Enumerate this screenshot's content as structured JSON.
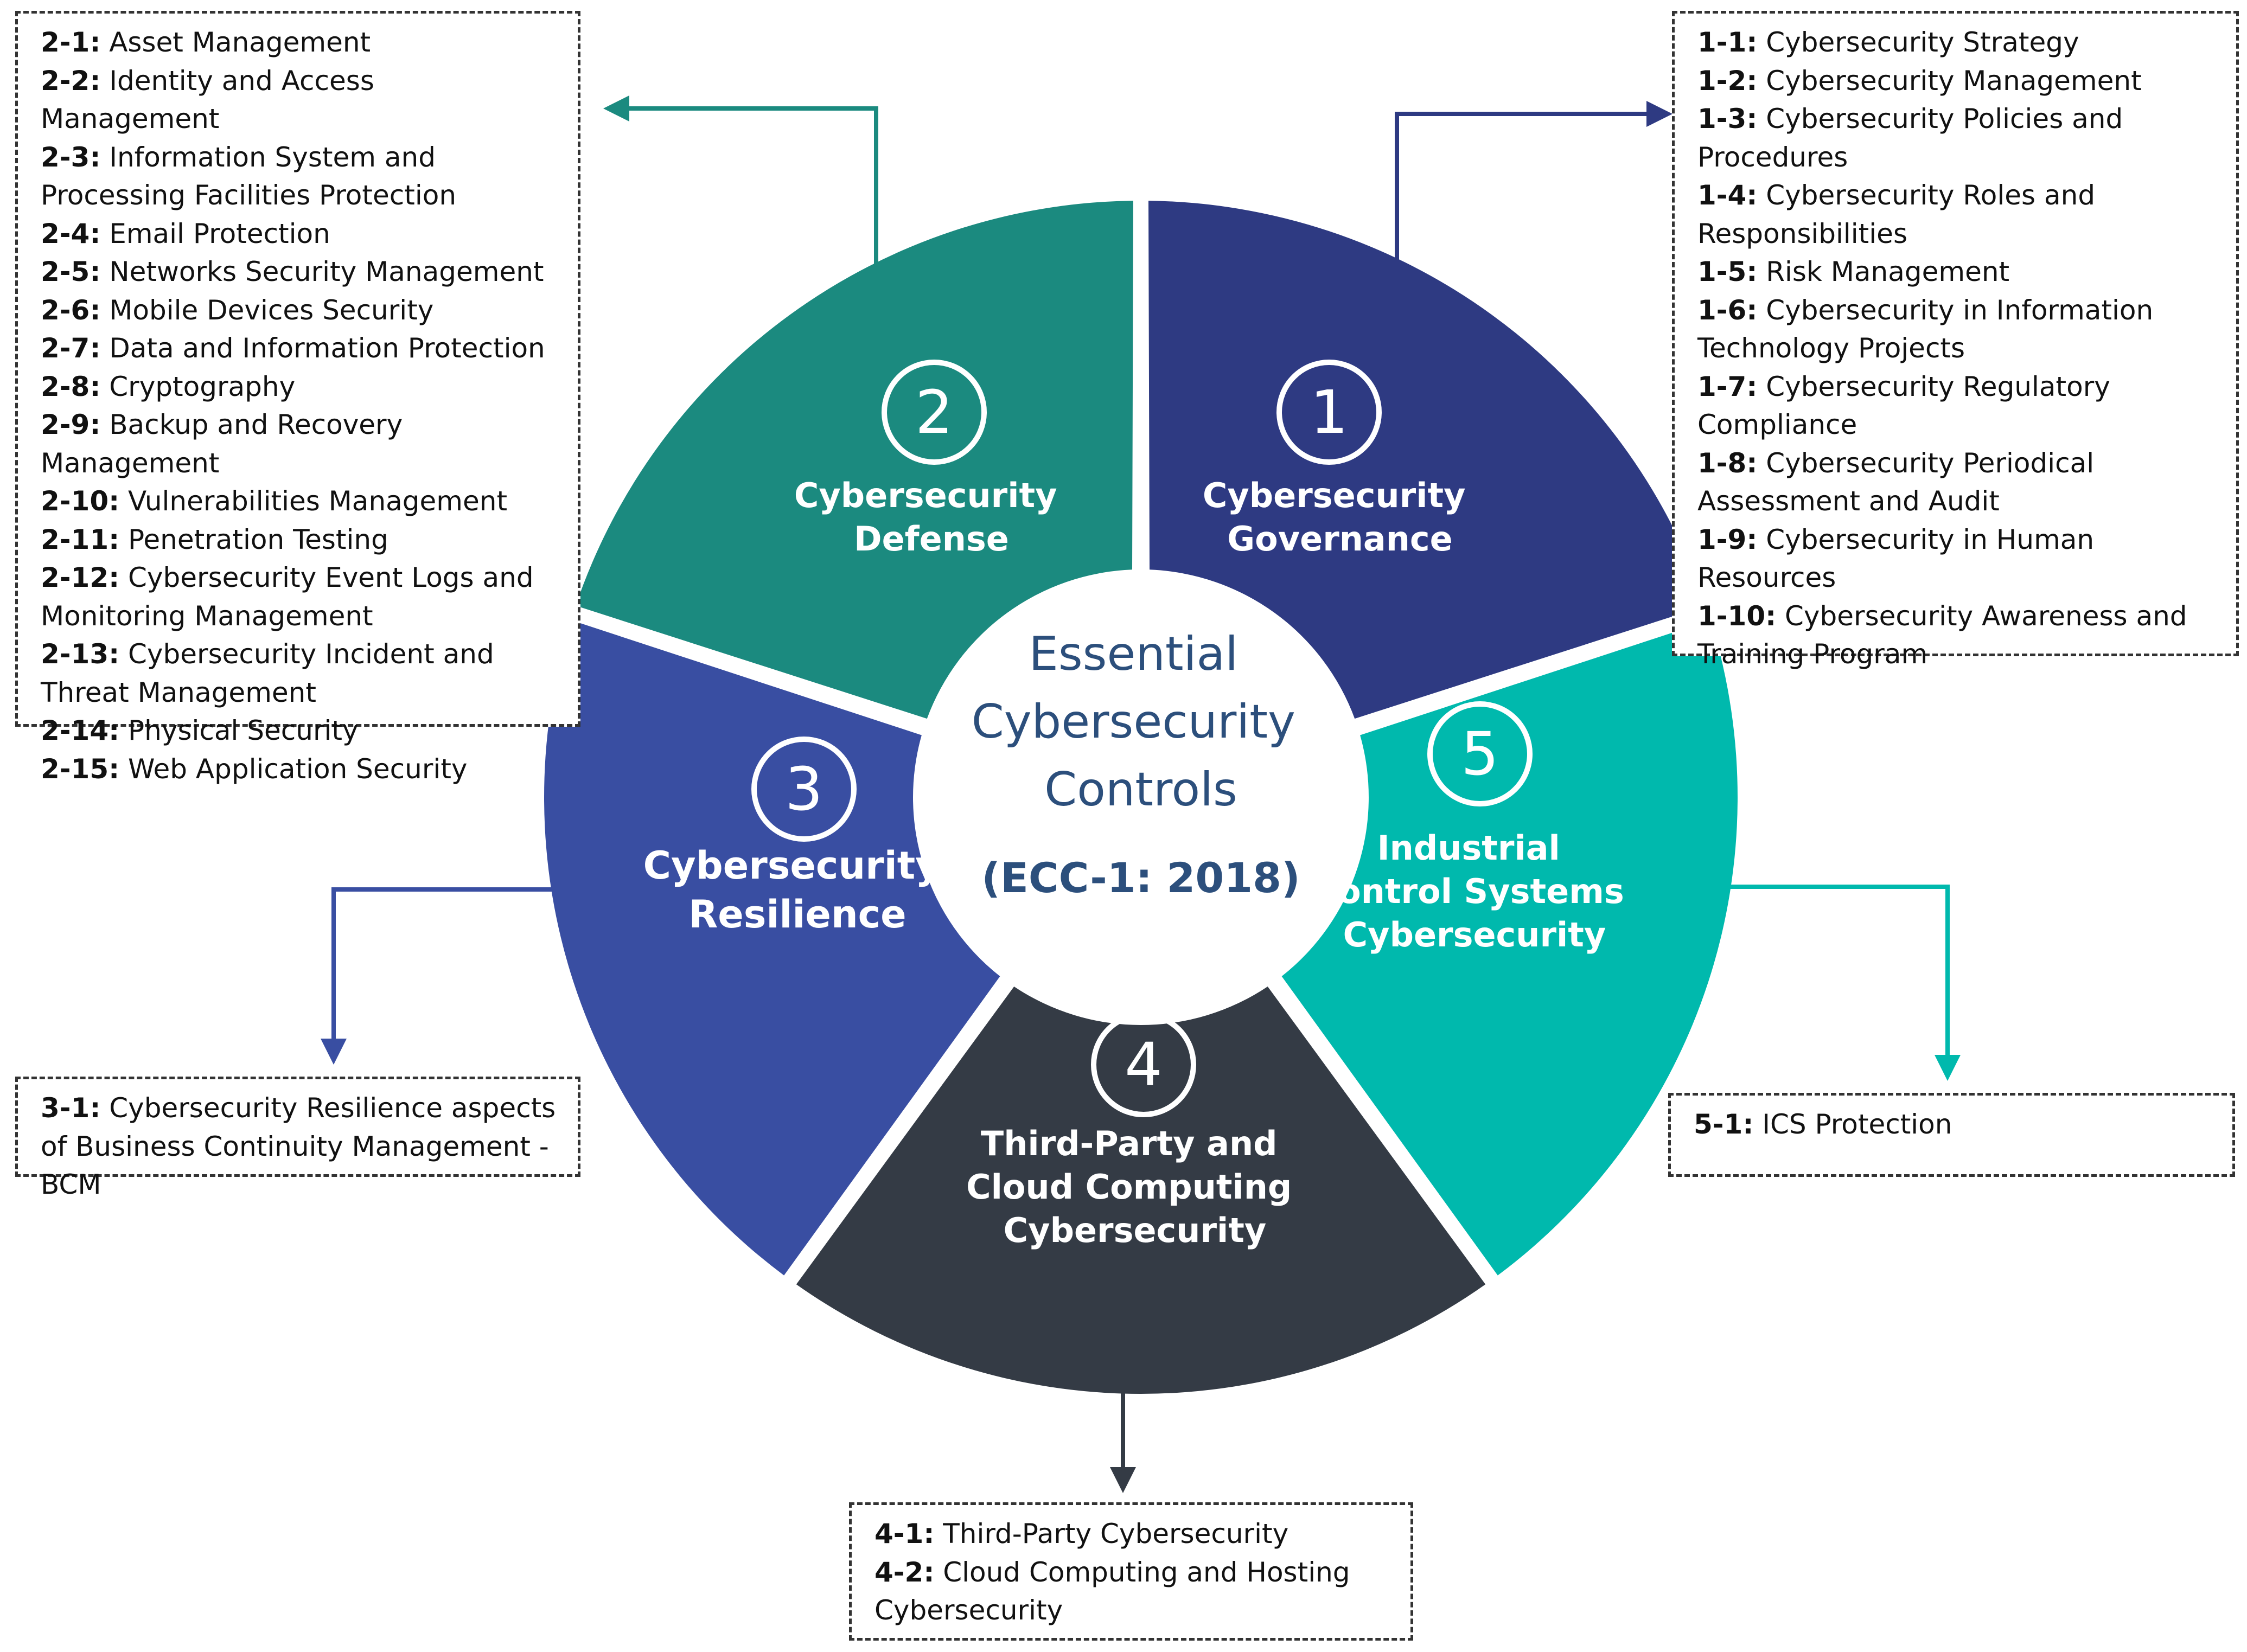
{
  "colors": {
    "governance": "#2e3a82",
    "defense": "#1b8a7f",
    "resilience": "#394ea2",
    "third_party": "#343b45",
    "ics": "#00b9ad",
    "center_text": "#2c4f7c"
  },
  "center": {
    "title_lines": [
      "Essential",
      "Cybersecurity",
      "Controls"
    ],
    "subtitle": "(ECC-1: 2018)"
  },
  "domains": [
    {
      "key": "governance",
      "number": "1",
      "label_lines": [
        "Cybersecurity",
        "Governance"
      ],
      "items": [
        {
          "code": "1-1:",
          "text": "Cybersecurity Strategy"
        },
        {
          "code": "1-2:",
          "text": "Cybersecurity Management"
        },
        {
          "code": "1-3:",
          "text": "Cybersecurity Policies and Procedures"
        },
        {
          "code": "1-4:",
          "text": "Cybersecurity Roles and Responsibilities"
        },
        {
          "code": "1-5:",
          "text": "Risk Management"
        },
        {
          "code": "1-6:",
          "text": "Cybersecurity in Information Technology Projects"
        },
        {
          "code": "1-7:",
          "text": "Cybersecurity Regulatory Compliance"
        },
        {
          "code": "1-8:",
          "text": "Cybersecurity Periodical Assessment and Audit"
        },
        {
          "code": "1-9:",
          "text": "Cybersecurity in Human Resources"
        },
        {
          "code": "1-10:",
          "text": "Cybersecurity Awareness and Training Program"
        }
      ]
    },
    {
      "key": "defense",
      "number": "2",
      "label_lines": [
        "Cybersecurity",
        "Defense"
      ],
      "items": [
        {
          "code": "2-1:",
          "text": "Asset Management"
        },
        {
          "code": "2-2:",
          "text": "Identity and Access Management"
        },
        {
          "code": "2-3:",
          "text": "Information System and Processing Facilities Protection"
        },
        {
          "code": "2-4:",
          "text": "Email Protection"
        },
        {
          "code": "2-5:",
          "text": "Networks Security Management"
        },
        {
          "code": "2-6:",
          "text": "Mobile Devices Security"
        },
        {
          "code": "2-7:",
          "text": "Data and Information Protection"
        },
        {
          "code": "2-8:",
          "text": "Cryptography"
        },
        {
          "code": "2-9:",
          "text": "Backup and Recovery Management"
        },
        {
          "code": "2-10:",
          "text": "Vulnerabilities Management"
        },
        {
          "code": "2-11:",
          "text": "Penetration Testing"
        },
        {
          "code": "2-12:",
          "text": "Cybersecurity Event Logs and Monitoring Management"
        },
        {
          "code": "2-13:",
          "text": "Cybersecurity Incident and Threat Management"
        },
        {
          "code": "2-14:",
          "text": "Physical Security"
        },
        {
          "code": "2-15:",
          "text": "Web Application Security"
        }
      ]
    },
    {
      "key": "resilience",
      "number": "3",
      "label_lines": [
        "Cybersecurity",
        "Resilience"
      ],
      "items": [
        {
          "code": "3-1:",
          "text": "Cybersecurity Resilience aspects of Business Continuity Management - BCM"
        }
      ]
    },
    {
      "key": "third_party",
      "number": "4",
      "label_lines": [
        "Third-Party and",
        "Cloud Computing",
        "Cybersecurity"
      ],
      "items": [
        {
          "code": "4-1:",
          "text": "Third-Party Cybersecurity"
        },
        {
          "code": "4-2:",
          "text": "Cloud Computing and Hosting Cybersecurity"
        }
      ]
    },
    {
      "key": "ics",
      "number": "5",
      "label_lines": [
        "Industrial",
        "Control Systems",
        "Cybersecurity"
      ],
      "items": [
        {
          "code": "5-1:",
          "text": "ICS Protection"
        }
      ]
    }
  ]
}
